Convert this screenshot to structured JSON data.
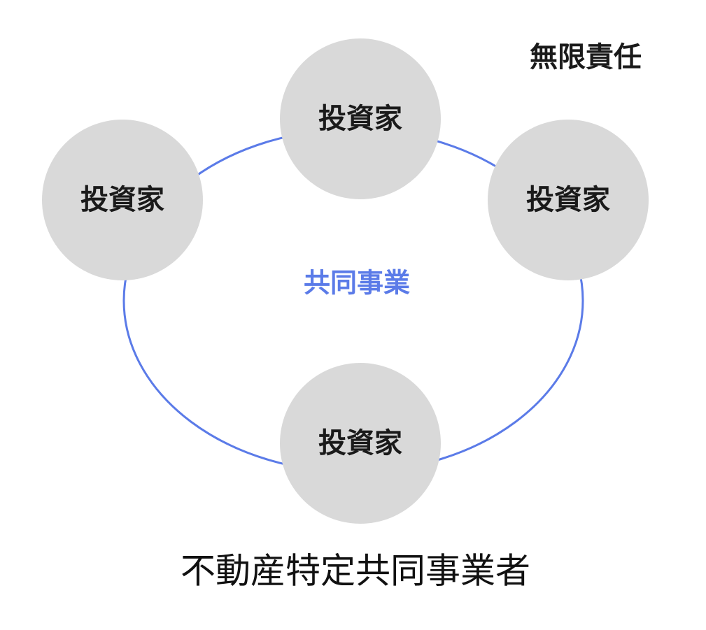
{
  "diagram": {
    "liability_label": "無限責任",
    "center_label": "共同事業",
    "bottom_label": "不動産特定共同事業者",
    "investors": [
      {
        "label": "投資家"
      },
      {
        "label": "投資家"
      },
      {
        "label": "投資家"
      },
      {
        "label": "投資家"
      }
    ]
  },
  "colors": {
    "ring": "#5b7be8",
    "node_fill": "#d9d9d9",
    "center_text": "#5b7be8",
    "text": "#1a1a1a"
  }
}
